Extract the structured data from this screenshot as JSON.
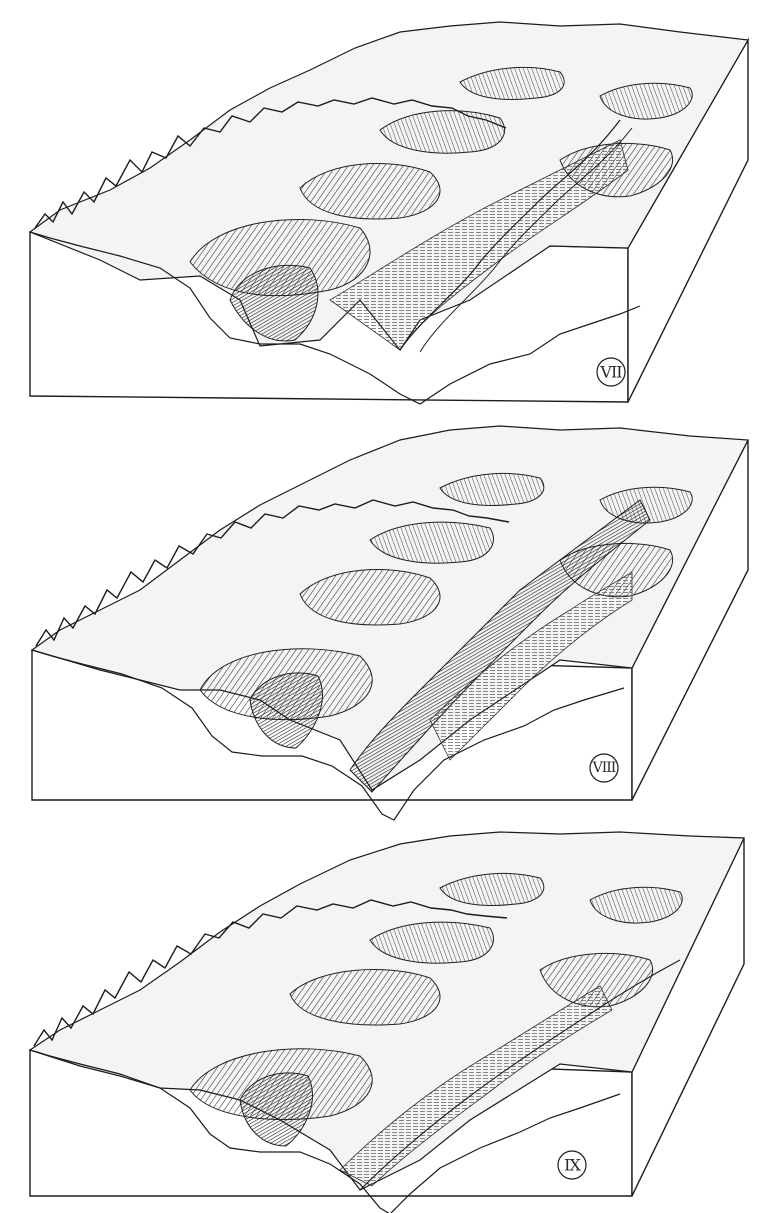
{
  "figure": {
    "panels": [
      {
        "id": "panel-7",
        "label": "VII"
      },
      {
        "id": "panel-8",
        "label": "VIII"
      },
      {
        "id": "panel-9",
        "label": "IX"
      }
    ]
  },
  "colors": {
    "ink": "#1c1c1c",
    "paper": "#ffffff",
    "shade": "#3a3a3a"
  }
}
